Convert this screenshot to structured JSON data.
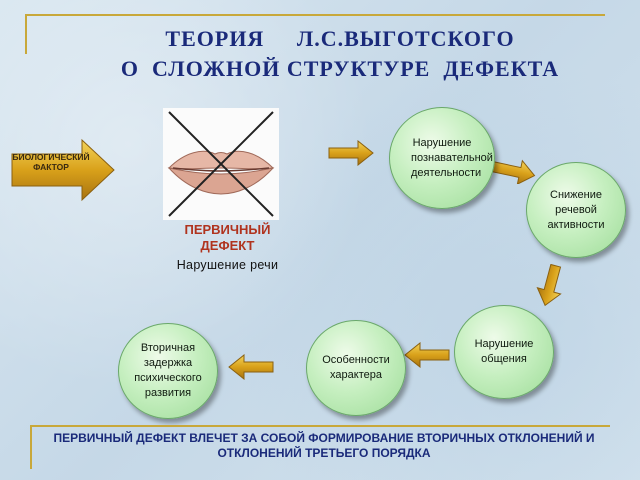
{
  "title": {
    "line1": "ТЕОРИЯ     Л.С.ВЫГОТСКОГО",
    "line2": "О  СЛОЖНОЙ СТРУКТУРЕ  ДЕФЕКТА"
  },
  "bio_factor": {
    "label": "БИОЛОГИЧЕСКИЙ ФАКТОР"
  },
  "primary": {
    "label": "ПЕРВИЧНЫЙ ДЕФЕКТ",
    "sublabel": "Нарушение речи"
  },
  "nodes": [
    {
      "text": "Нарушение познавательной деятельности"
    },
    {
      "text": "Снижение речевой активности"
    },
    {
      "text": "Нарушение общения"
    },
    {
      "text": "Особенности характера"
    },
    {
      "text": "Вторичная задержка психического развития"
    }
  ],
  "footer": {
    "text": "ПЕРВИЧНЫЙ ДЕФЕКТ ВЛЕЧЕТ ЗА СОБОЙ ФОРМИРОВАНИЕ ВТОРИЧНЫХ ОТКЛОНЕНИЙ И ОТКЛОНЕНИЙ ТРЕТЬЕГО ПОРЯДКА"
  },
  "colors": {
    "title": "#1a2a7a",
    "primary_label": "#b0331e",
    "arrow_fill": "#e0b020",
    "node_fill": "#c6efc0"
  },
  "icons": {
    "lips": "lips-icon",
    "cross": "cross-icon"
  }
}
